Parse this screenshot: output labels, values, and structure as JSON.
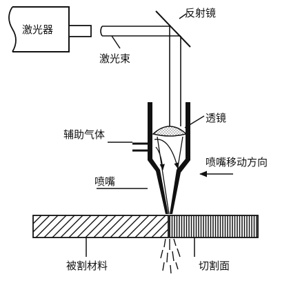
{
  "labels": {
    "laser": "激光器",
    "mirror": "反射镜",
    "beam": "激光束",
    "lens": "透镜",
    "assist_gas": "辅助气体",
    "nozzle_direction": "喷嘴移动方向",
    "nozzle": "喷嘴",
    "material": "被割材料",
    "cut_face": "切割面"
  }
}
